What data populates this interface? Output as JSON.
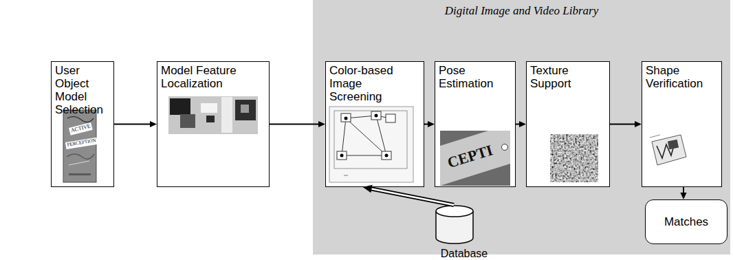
{
  "diagram": {
    "nodes": [
      {
        "text": [
          "User Object Model Selection"
        ]
      },
      {
        "text": [
          "Model Feature Localization"
        ]
      },
      {
        "text": [
          "Digital Image and Video Library"
        ]
      },
      {
        "text": [
          "Color-based Image Screening"
        ],
        "in": 2
      },
      {
        "text": [
          "Pose Estimation"
        ],
        "in": 2
      },
      {
        "text": [
          "Texture Support"
        ],
        "in": 2
      },
      {
        "text": [
          "Shape Verification"
        ],
        "in": 2
      },
      {
        "text": [
          "Matches"
        ],
        "in": 2
      },
      {
        "text": [
          "Database"
        ],
        "in": 2
      }
    ],
    "edges": [
      {
        "from": 0,
        "to": 1,
        "arrow": "to"
      },
      {
        "from": 1,
        "to": 3,
        "arrow": "to"
      },
      {
        "from": 3,
        "to": 4,
        "arrow": "to"
      },
      {
        "from": 4,
        "to": 5,
        "arrow": "to"
      },
      {
        "from": 5,
        "to": 6,
        "arrow": "to"
      },
      {
        "from": 6,
        "to": 7,
        "arrow": "to"
      },
      {
        "from": 8,
        "to": 3,
        "arrow": "to"
      }
    ],
    "labels": [
      "ACTIVE",
      "PERCEPTION",
      "CEPTI"
    ]
  }
}
